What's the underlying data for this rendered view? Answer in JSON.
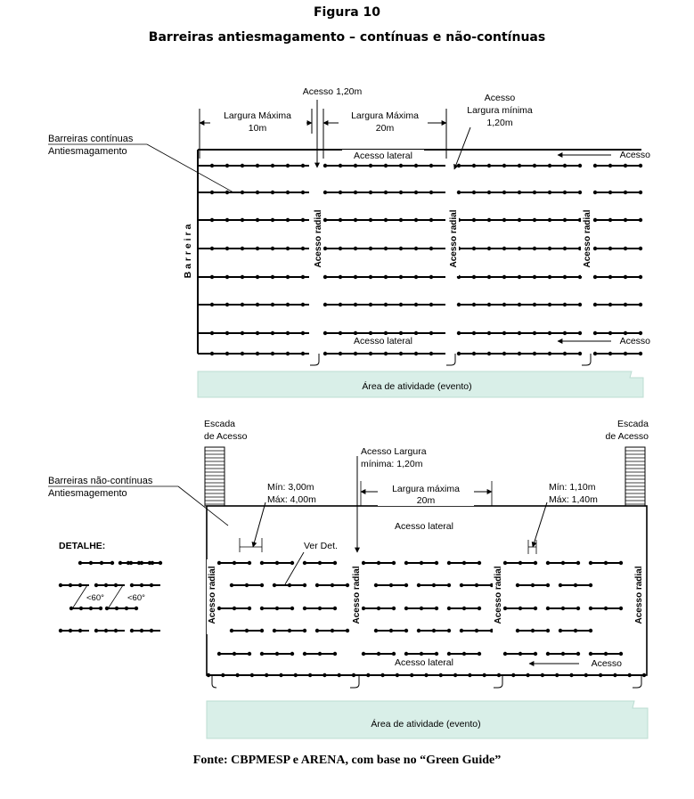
{
  "figure": {
    "title": "Figura 10",
    "subtitle": "Barreiras antiesmagamento – contínuas e não-contínuas",
    "source": "Fonte: CBPMESP e ARENA, com base no “Green Guide”"
  },
  "top_diagram": {
    "legend_line1": "Barreiras contínuas",
    "legend_line2": "Antiesmagamento",
    "access_120": "Acesso 1,20m",
    "access_min_line1": "Acesso",
    "access_min_line2": "Largura mínima",
    "access_min_line3": "1,20m",
    "width_10_line1": "Largura Máxima",
    "width_10_line2": "10m",
    "width_20_line1": "Largura Máxima",
    "width_20_line2": "20m",
    "lateral_top": "Acesso lateral",
    "lateral_bottom": "Acesso lateral",
    "access_right_top": "Acesso",
    "access_right_bottom": "Acesso",
    "barrier_label": "B a r r e i r a",
    "radial_1": "Acesso radial",
    "radial_2": "Acesso radial",
    "radial_3": "Acesso radial",
    "activity_area": "Área de atividade (evento)"
  },
  "bottom_diagram": {
    "stair_left_line1": "Escada",
    "stair_left_line2": "de Acesso",
    "stair_right_line1": "Escada",
    "stair_right_line2": "de Acesso",
    "legend_line1": "Barreiras não-contínuas",
    "legend_line2": "Antiesmagemento",
    "access_width_line1": "Acesso Largura",
    "access_width_line2": "mínima: 1,20m",
    "min_max_left_line1": "Mín: 3,00m",
    "min_max_left_line2": "Máx: 4,00m",
    "width_20_line1": "Largura máxima",
    "width_20_line2": "20m",
    "min_max_right_line1": "Mín: 1,10m",
    "min_max_right_line2": "Máx: 1,40m",
    "lateral_top": "Acesso lateral",
    "lateral_bottom": "Acesso lateral",
    "access_right": "Acesso",
    "see_detail": "Ver Det.",
    "detail_label": "DETALHE:",
    "angle_1": "<60°",
    "angle_2": "<60°",
    "radial_1": "Acesso radial",
    "radial_2": "Acesso radial",
    "radial_3": "Acesso radial",
    "radial_4": "Acesso radial",
    "activity_area": "Área de atividade (evento)"
  },
  "colors": {
    "line": "#000000",
    "activity_area_fill": "#d9efe8",
    "activity_area_edge": "#bcdcd2"
  }
}
